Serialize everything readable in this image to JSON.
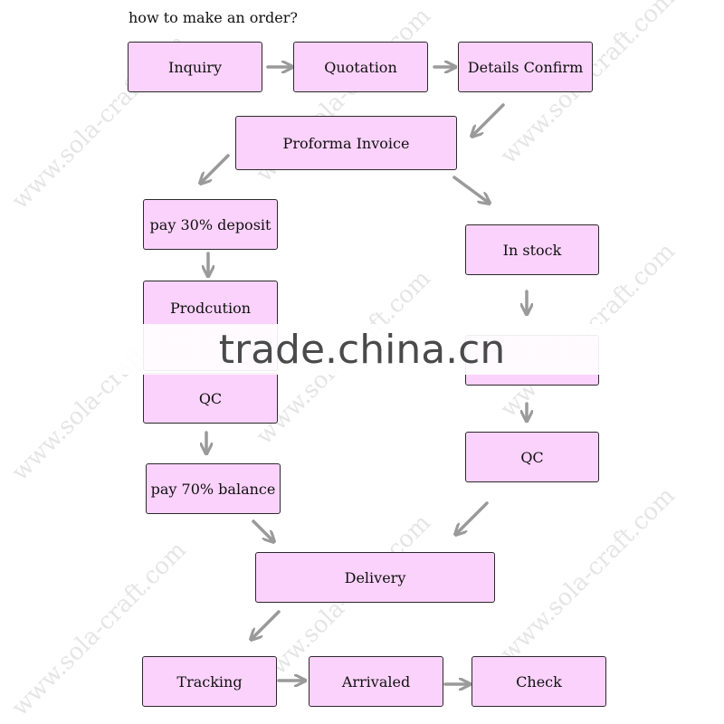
{
  "title": "how to make an order?",
  "watermark": "trade.china.cn",
  "background_watermark": "www.sola-craft.com",
  "colors": {
    "box_fill": "#fbd2fb",
    "box_border": "#2a2a2a",
    "arrow": "#9a9a9a"
  },
  "steps": {
    "inquiry": "Inquiry",
    "quotation": "Quotation",
    "details_confirm": "Details Confirm",
    "proforma_invoice": "Proforma Invoice",
    "pay_deposit": "pay 30% deposit",
    "production": "Prodcution",
    "qc_left": "QC",
    "pay_balance": "pay 70% balance",
    "in_stock": "In stock",
    "qc_right": "QC",
    "delivery": "Delivery",
    "tracking": "Tracking",
    "arrivaled": "Arrivaled",
    "check": "Check"
  }
}
